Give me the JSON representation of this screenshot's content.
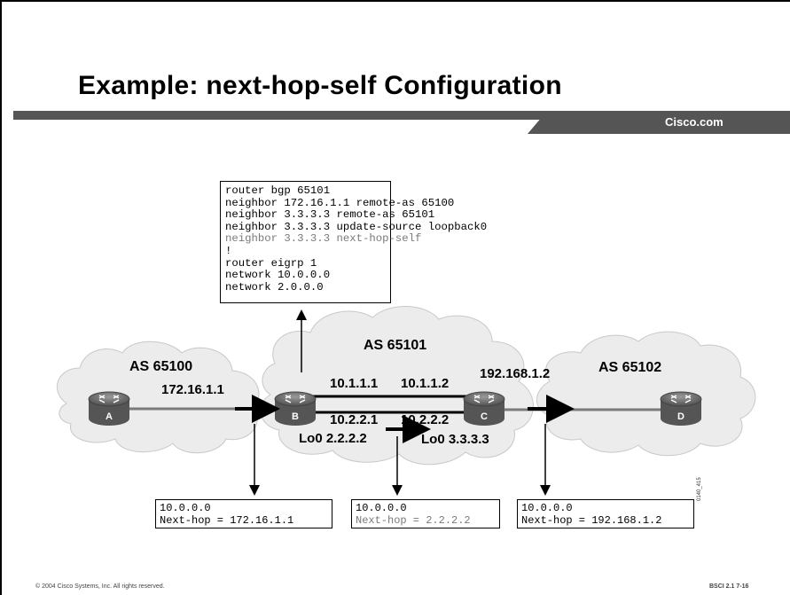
{
  "slide": {
    "title": "Example: next-hop-self Configuration",
    "brand": "Cisco.com",
    "footer_left": "© 2004 Cisco Systems, Inc. All rights reserved.",
    "footer_right": "BSCI 2.1   7-16",
    "figure_id": "0140_415"
  },
  "config": {
    "lines": [
      {
        "text": "router bgp 65101",
        "dim": false
      },
      {
        "text": "neighbor 172.16.1.1 remote-as 65100",
        "dim": false
      },
      {
        "text": "neighbor 3.3.3.3 remote-as 65101",
        "dim": false
      },
      {
        "text": "neighbor 3.3.3.3 update-source loopback0",
        "dim": false
      },
      {
        "text": "neighbor 3.3.3.3 next-hop-self",
        "dim": true
      },
      {
        "text": "!",
        "dim": false
      },
      {
        "text": "router eigrp 1",
        "dim": false
      },
      {
        "text": "network 10.0.0.0",
        "dim": false
      },
      {
        "text": "network 2.0.0.0",
        "dim": false
      }
    ]
  },
  "clouds": {
    "as_left": "AS 65100",
    "as_middle": "AS 65101",
    "as_right": "AS 65102"
  },
  "routers": {
    "a": "A",
    "b": "B",
    "c": "C",
    "d": "D"
  },
  "links": {
    "a_b_addr": "172.16.1.1",
    "b_c_top_b": "10.1.1.1",
    "b_c_top_c": "10.1.1.2",
    "b_c_bottom_b": "10.2.2.1",
    "b_c_bottom_c": "10.2.2.2",
    "lo_b": "Lo0 2.2.2.2",
    "lo_c": "Lo0 3.3.3.3",
    "c_d_addr": "192.168.1.2"
  },
  "route_boxes": {
    "left": {
      "network": "10.0.0.0",
      "next_hop": "Next-hop = 172.16.1.1"
    },
    "middle": {
      "network": "10.0.0.0",
      "next_hop": "Next-hop = 2.2.2.2"
    },
    "right": {
      "network": "10.0.0.0",
      "next_hop": "Next-hop = 192.168.1.2"
    }
  },
  "colors": {
    "cloud_fill": "#ececec",
    "router_fill": "#6e6e6e",
    "title_bar": "#555555",
    "dim_text": "#7a7a7a"
  }
}
